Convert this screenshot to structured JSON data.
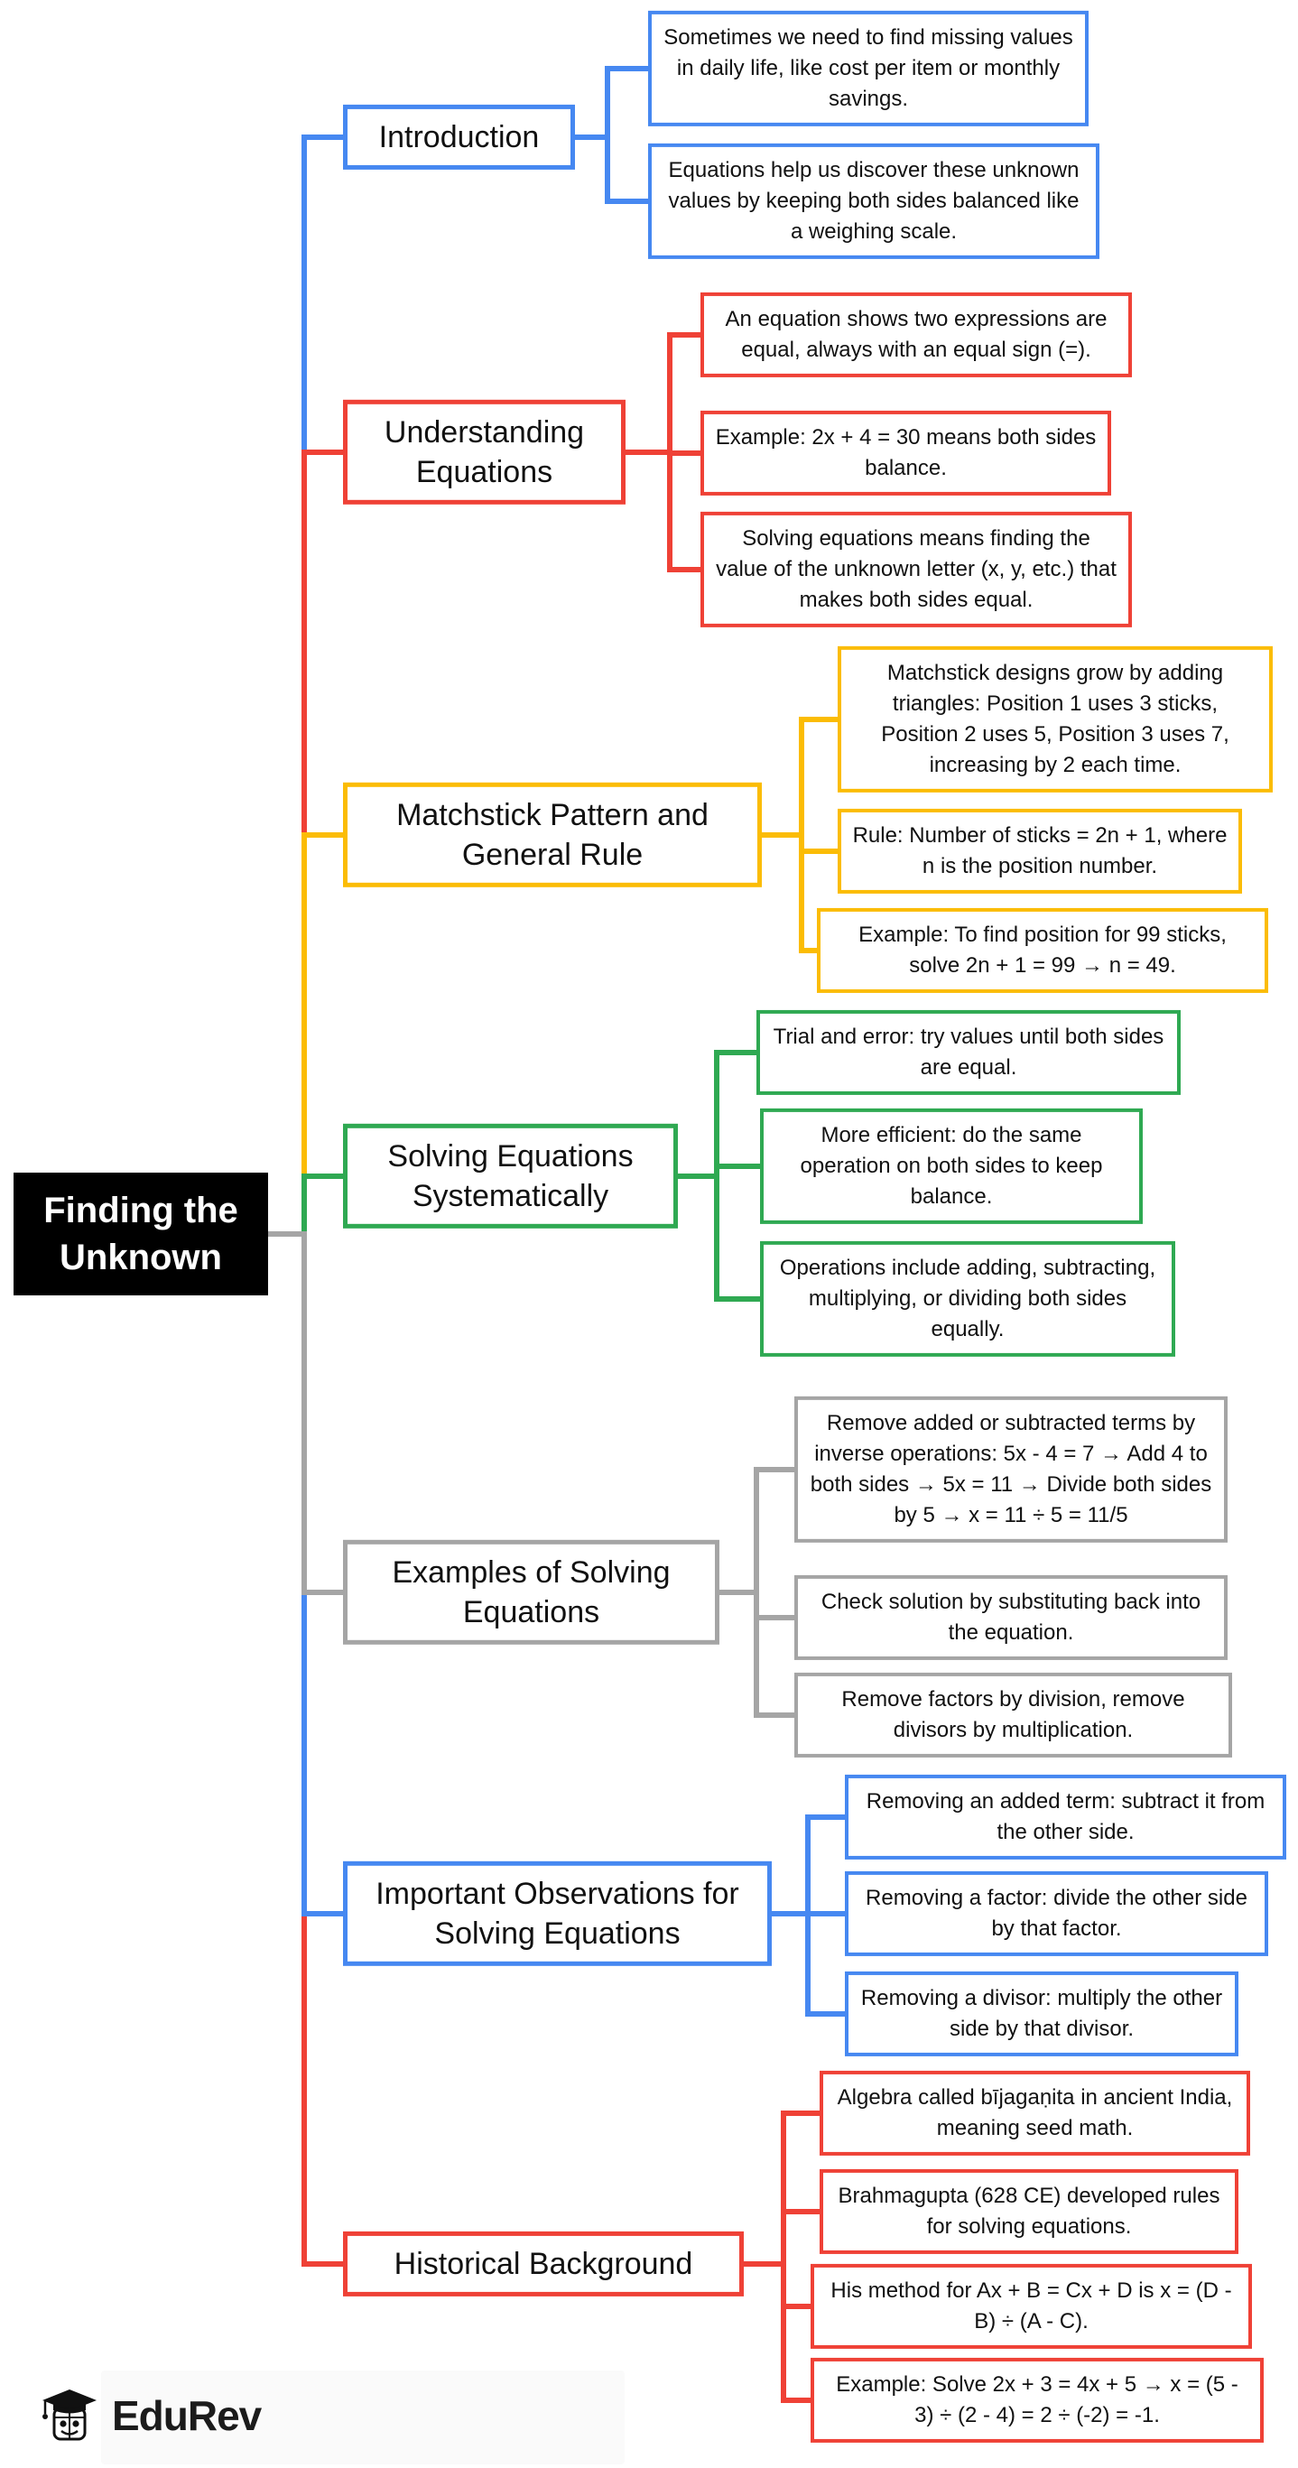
{
  "page": {
    "background": "#FFFFFF"
  },
  "root": {
    "label": "Finding the Unknown",
    "bg": "#000000",
    "text_color": "#FFFFFF"
  },
  "branches": [
    {
      "label": "Introduction",
      "color": "#4688F1",
      "leaves": [
        {
          "text": "Sometimes we need to find missing values in daily life, like cost per item or monthly savings."
        },
        {
          "text": "Equations help us discover these unknown values by keeping both sides balanced like a weighing scale."
        }
      ]
    },
    {
      "label": "Understanding Equations",
      "color": "#EF4136",
      "leaves": [
        {
          "text": "An equation shows two expressions are equal, always with an equal sign (=)."
        },
        {
          "text": "Example: 2x + 4 = 30 means both sides balance."
        },
        {
          "text": "Solving equations means finding the value of the unknown letter (x, y, etc.) that makes both sides equal."
        }
      ]
    },
    {
      "label": "Matchstick Pattern and General Rule",
      "color": "#FBBC05",
      "leaves": [
        {
          "text": "Matchstick designs grow by adding triangles: Position 1 uses 3 sticks, Position 2 uses 5, Position 3 uses 7, increasing by 2 each time."
        },
        {
          "text": "Rule: Number of sticks = 2n + 1, where n is the position number."
        },
        {
          "text": "Example: To find position for 99 sticks, solve 2n + 1 = 99 → n = 49."
        }
      ]
    },
    {
      "label": "Solving Equations Systematically",
      "color": "#2FA952",
      "leaves": [
        {
          "text": "Trial and error: try values until both sides are equal."
        },
        {
          "text": "More efficient: do the same operation on both sides to keep balance."
        },
        {
          "text": "Operations include adding, subtracting, multiplying, or dividing both sides equally."
        }
      ]
    },
    {
      "label": "Examples of Solving Equations",
      "color": "#A5A5A5",
      "leaves": [
        {
          "text": "Remove added or subtracted terms by inverse operations: 5x - 4 = 7 → Add 4 to both sides → 5x = 11 → Divide both sides by 5 → x = 11 ÷ 5 = 11/5"
        },
        {
          "text": "Check solution by substituting back into the equation."
        },
        {
          "text": "Remove factors by division, remove divisors by multiplication."
        }
      ]
    },
    {
      "label": "Important Observations for Solving Equations",
      "color": "#4688F1",
      "leaves": [
        {
          "text": "Removing an added term: subtract it from the other side."
        },
        {
          "text": "Removing a factor: divide the other side by that factor."
        },
        {
          "text": "Removing a divisor: multiply the other side by that divisor."
        }
      ]
    },
    {
      "label": "Historical Background",
      "color": "#EF4136",
      "leaves": [
        {
          "text": "Algebra called bījagaṇita in ancient India, meaning seed math."
        },
        {
          "text": "Brahmagupta (628 CE) developed rules for solving equations."
        },
        {
          "text": "His method for Ax + B = Cx + D is x = (D - B) ÷ (A - C)."
        },
        {
          "text": "Example: Solve 2x + 3 = 4x + 5 → x = (5 - 3) ÷ (2 - 4) = 2 ÷ (-2) = -1."
        }
      ]
    }
  ],
  "logo": {
    "text": "EduRev"
  }
}
